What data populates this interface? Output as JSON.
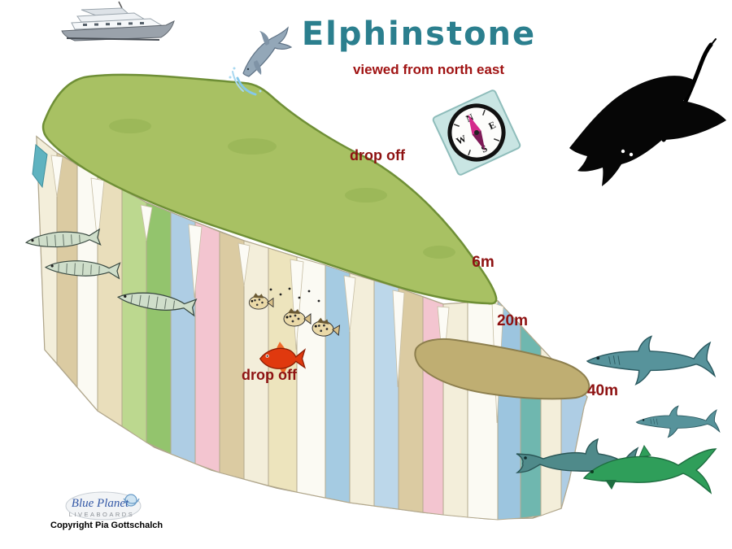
{
  "title": "Elphinstone",
  "subtitle": "viewed from north east",
  "labels": {
    "drop_off_top": "drop off",
    "drop_off_bottom": "drop off",
    "depth_6m": "6m",
    "depth_20m": "20m",
    "depth_40m": "40m"
  },
  "compass": {
    "n": "N",
    "e": "E",
    "s": "S",
    "w": "W"
  },
  "logo": {
    "name": "Blue Planet",
    "tagline": "LIVEABOARDS"
  },
  "copyright": "Copyright Pia Gottschalch",
  "colors": {
    "title": "#2b7f8e",
    "subtitle": "#a01313",
    "depth_label": "#8e1212",
    "drop_off_label": "#8e1212",
    "reef_top": "#a8c163",
    "reef_ledge": "#bfae72"
  },
  "icons": [
    "boat-icon",
    "dolphin-icon",
    "compass-icon",
    "manta-ray-icon",
    "barracuda-icon",
    "spotted-fish-icon",
    "red-fish-icon",
    "reef-shark-icon",
    "hammerhead-shark-icon",
    "thresher-shark-icon"
  ]
}
